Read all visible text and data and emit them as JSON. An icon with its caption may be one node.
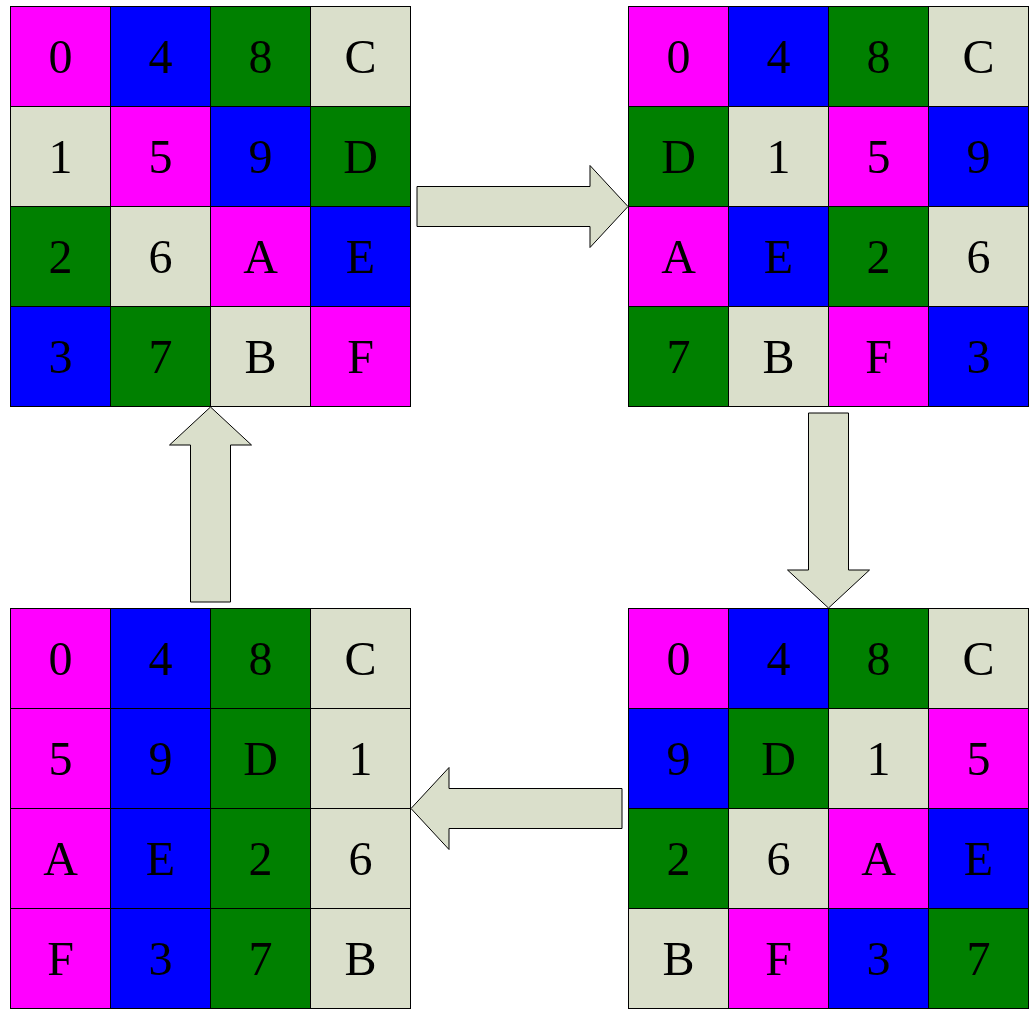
{
  "diagram": {
    "nodes": [
      {
        "text": [],
        "shape": "box"
      },
      {
        "text": [
          "0"
        ],
        "in": 0
      },
      {
        "text": [
          "4"
        ],
        "in": 0
      },
      {
        "text": [
          "8"
        ],
        "in": 0
      },
      {
        "text": [
          "C"
        ],
        "in": 0
      },
      {
        "text": [
          "1"
        ],
        "in": 0
      },
      {
        "text": [
          "5"
        ],
        "in": 0
      },
      {
        "text": [
          "9"
        ],
        "in": 0
      },
      {
        "text": [
          "D"
        ],
        "in": 0
      },
      {
        "text": [
          "2"
        ],
        "in": 0
      },
      {
        "text": [
          "6"
        ],
        "in": 0
      },
      {
        "text": [
          "A"
        ],
        "in": 0
      },
      {
        "text": [
          "E"
        ],
        "in": 0
      },
      {
        "text": [
          "3"
        ],
        "in": 0
      },
      {
        "text": [
          "7"
        ],
        "in": 0
      },
      {
        "text": [
          "B"
        ],
        "in": 0
      },
      {
        "text": [
          "F"
        ],
        "in": 0
      },
      {
        "text": [],
        "shape": "box"
      },
      {
        "text": [
          "0"
        ],
        "in": 17
      },
      {
        "text": [
          "4"
        ],
        "in": 17
      },
      {
        "text": [
          "8"
        ],
        "in": 17
      },
      {
        "text": [
          "C"
        ],
        "in": 17
      },
      {
        "text": [
          "D"
        ],
        "in": 17
      },
      {
        "text": [
          "1"
        ],
        "in": 17
      },
      {
        "text": [
          "5"
        ],
        "in": 17
      },
      {
        "text": [
          "9"
        ],
        "in": 17
      },
      {
        "text": [
          "A"
        ],
        "in": 17
      },
      {
        "text": [
          "E"
        ],
        "in": 17
      },
      {
        "text": [
          "2"
        ],
        "in": 17
      },
      {
        "text": [
          "6"
        ],
        "in": 17
      },
      {
        "text": [
          "7"
        ],
        "in": 17
      },
      {
        "text": [
          "B"
        ],
        "in": 17
      },
      {
        "text": [
          "F"
        ],
        "in": 17
      },
      {
        "text": [
          "3"
        ],
        "in": 17
      },
      {
        "text": [],
        "shape": "box"
      },
      {
        "text": [
          "0"
        ],
        "in": 34
      },
      {
        "text": [
          "4"
        ],
        "in": 34
      },
      {
        "text": [
          "8"
        ],
        "in": 34
      },
      {
        "text": [
          "C"
        ],
        "in": 34
      },
      {
        "text": [
          "5"
        ],
        "in": 34
      },
      {
        "text": [
          "9"
        ],
        "in": 34
      },
      {
        "text": [
          "D"
        ],
        "in": 34
      },
      {
        "text": [
          "1"
        ],
        "in": 34
      },
      {
        "text": [
          "A"
        ],
        "in": 34
      },
      {
        "text": [
          "E"
        ],
        "in": 34
      },
      {
        "text": [
          "2"
        ],
        "in": 34
      },
      {
        "text": [
          "6"
        ],
        "in": 34
      },
      {
        "text": [
          "F"
        ],
        "in": 34
      },
      {
        "text": [
          "3"
        ],
        "in": 34
      },
      {
        "text": [
          "7"
        ],
        "in": 34
      },
      {
        "text": [
          "B"
        ],
        "in": 34
      },
      {
        "text": [],
        "shape": "box"
      },
      {
        "text": [
          "0"
        ],
        "in": 51
      },
      {
        "text": [
          "4"
        ],
        "in": 51
      },
      {
        "text": [
          "8"
        ],
        "in": 51
      },
      {
        "text": [
          "C"
        ],
        "in": 51
      },
      {
        "text": [
          "9"
        ],
        "in": 51
      },
      {
        "text": [
          "D"
        ],
        "in": 51
      },
      {
        "text": [
          "1"
        ],
        "in": 51
      },
      {
        "text": [
          "5"
        ],
        "in": 51
      },
      {
        "text": [
          "2"
        ],
        "in": 51
      },
      {
        "text": [
          "6"
        ],
        "in": 51
      },
      {
        "text": [
          "A"
        ],
        "in": 51
      },
      {
        "text": [
          "E"
        ],
        "in": 51
      },
      {
        "text": [
          "B"
        ],
        "in": 51
      },
      {
        "text": [
          "F"
        ],
        "in": 51
      },
      {
        "text": [
          "3"
        ],
        "in": 51
      },
      {
        "text": [
          "7"
        ],
        "in": 51
      }
    ],
    "edges": [
      {
        "from": 0,
        "to": 17,
        "arrow": "to"
      },
      {
        "from": 17,
        "to": 51,
        "arrow": "to"
      },
      {
        "from": 51,
        "to": 34,
        "arrow": "to"
      },
      {
        "from": 34,
        "to": 0,
        "arrow": "to"
      }
    ]
  }
}
